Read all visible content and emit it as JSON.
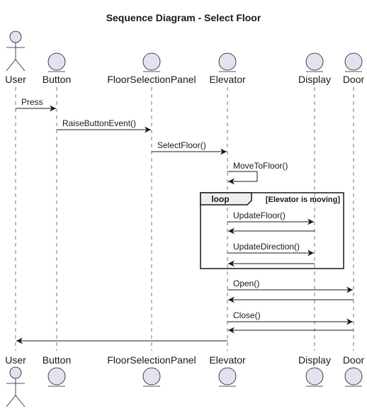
{
  "title": "Sequence Diagram - Select Floor",
  "participants": [
    {
      "id": "user",
      "label": "User",
      "kind": "actor"
    },
    {
      "id": "button",
      "label": "Button",
      "kind": "entity"
    },
    {
      "id": "floor_panel",
      "label": "FloorSelectionPanel",
      "kind": "entity"
    },
    {
      "id": "elevator",
      "label": "Elevator",
      "kind": "entity"
    },
    {
      "id": "display",
      "label": "Display",
      "kind": "entity"
    },
    {
      "id": "door",
      "label": "Door",
      "kind": "entity"
    }
  ],
  "messages": [
    {
      "from": "user",
      "to": "button",
      "label": "Press",
      "style": "call"
    },
    {
      "from": "button",
      "to": "floor_panel",
      "label": "RaiseButtonEvent()",
      "style": "call"
    },
    {
      "from": "floor_panel",
      "to": "elevator",
      "label": "SelectFloor()",
      "style": "call"
    },
    {
      "from": "elevator",
      "to": "elevator",
      "label": "MoveToFloor()",
      "style": "self"
    },
    {
      "from": "elevator",
      "to": "display",
      "label": "UpdateFloor()",
      "style": "call"
    },
    {
      "from": "display",
      "to": "elevator",
      "label": "",
      "style": "return"
    },
    {
      "from": "elevator",
      "to": "display",
      "label": "UpdateDirection()",
      "style": "call"
    },
    {
      "from": "display",
      "to": "elevator",
      "label": "",
      "style": "return"
    },
    {
      "from": "elevator",
      "to": "door",
      "label": "Open()",
      "style": "call"
    },
    {
      "from": "door",
      "to": "elevator",
      "label": "",
      "style": "return"
    },
    {
      "from": "elevator",
      "to": "door",
      "label": "Close()",
      "style": "call"
    },
    {
      "from": "door",
      "to": "elevator",
      "label": "",
      "style": "return"
    },
    {
      "from": "elevator",
      "to": "user",
      "label": "",
      "style": "return"
    }
  ],
  "fragments": [
    {
      "keyword": "loop",
      "guard": "[Elevator is moving]",
      "first_message": 4,
      "last_message": 7
    }
  ],
  "colors": {
    "participant_fill": "#E2E2F0",
    "line": "#181818",
    "fragment_header_fill": "#EEEEEE",
    "background": "#FFFFFF"
  }
}
